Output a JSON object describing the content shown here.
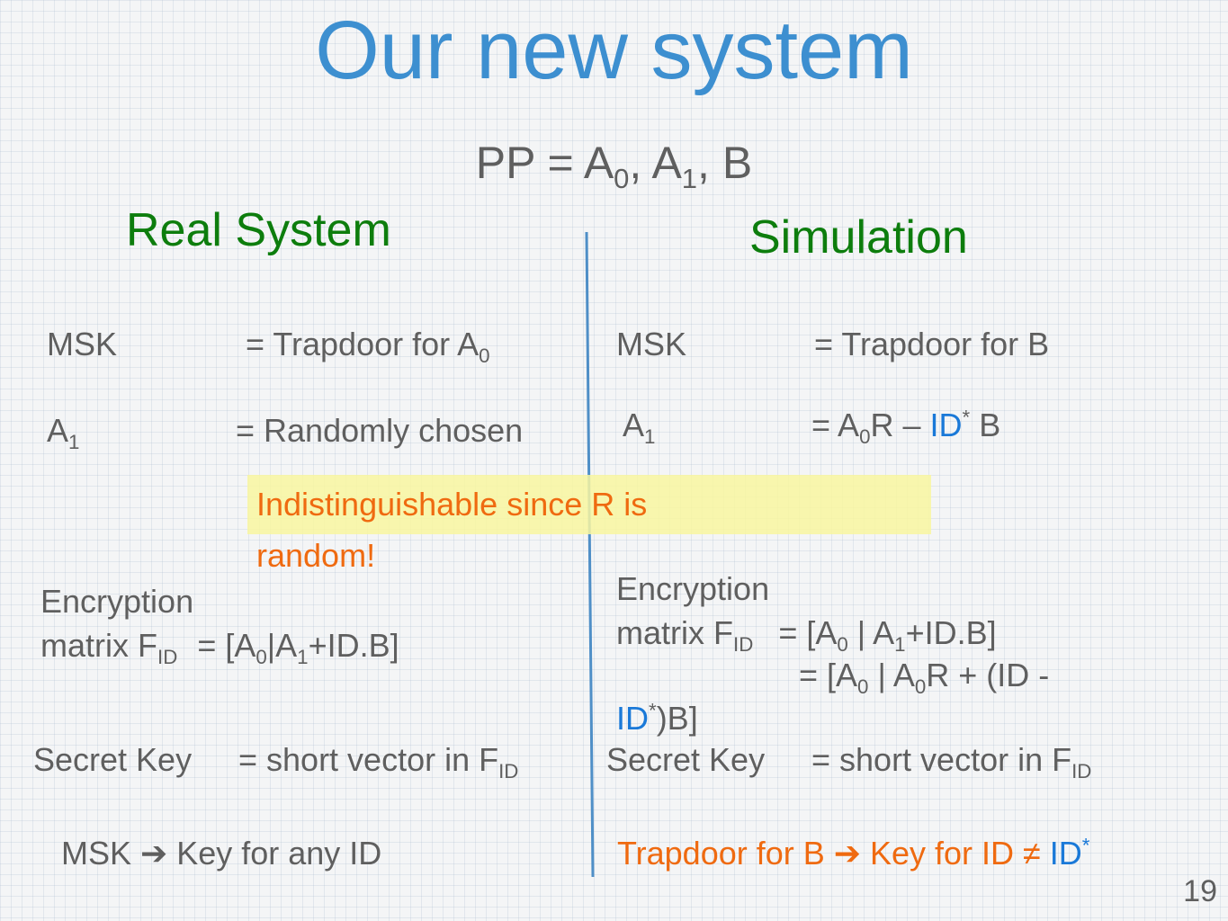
{
  "title": "Our new system",
  "pp": {
    "text": "PP = A",
    "a0_sub": "0",
    "sep1": ", A",
    "a1_sub": "1",
    "sep2": ", B"
  },
  "real": {
    "heading": "Real System",
    "msk_label": "MSK",
    "msk_value": "= Trapdoor for A",
    "msk_sub": "0",
    "a1_label": "A",
    "a1_sub": "1",
    "a1_value": "= Randomly chosen",
    "enc_line1": "Encryption",
    "enc_line2a": "matrix  F",
    "enc_sub": "ID",
    "enc_val_a": "= [A",
    "enc_val_sub0": "0",
    "enc_val_b": "|A",
    "enc_val_sub1": "1",
    "enc_val_c": "+ID.B]",
    "sk_label": "Secret Key",
    "sk_value": "= short vector in F",
    "sk_sub": "ID",
    "bottom_a": "MSK ",
    "bottom_arrow": "➔",
    "bottom_b": " Key for any ID"
  },
  "sim": {
    "heading": "Simulation",
    "msk_label": "MSK",
    "msk_value": "= Trapdoor for B",
    "a1_label": "A",
    "a1_sub": "1",
    "a1_val_a": "= A",
    "a1_val_sub0": "0",
    "a1_val_b": "R – ",
    "a1_val_id": "ID",
    "a1_val_star": "*",
    "a1_val_c": " B",
    "enc_line1": "Encryption",
    "enc_line2a": "matrix F",
    "enc_sub": "ID",
    "enc_eq1_a": "= [A",
    "enc_eq1_sub0": "0",
    "enc_eq1_b": " | A",
    "enc_eq1_sub1": "1",
    "enc_eq1_c": "+ID.B]",
    "enc_eq2_a": "= [A",
    "enc_eq2_sub0": "0",
    "enc_eq2_b": " | A",
    "enc_eq2_sub0b": "0",
    "enc_eq2_c": "R + (ID -",
    "enc_eq3_id": "ID",
    "enc_eq3_star": "*",
    "enc_eq3_rest": ")B]",
    "sk_label": "Secret Key",
    "sk_value": "= short vector in F",
    "sk_sub": "ID",
    "bottom_a": "Trapdoor for B ",
    "bottom_arrow": "➔",
    "bottom_b": " Key for ID ≠ ",
    "bottom_id": "ID",
    "bottom_star": "*"
  },
  "callout": {
    "line1": "Indistinguishable since R is",
    "line2": "random!"
  },
  "page_number": "19",
  "colors": {
    "title": "#3d8fd0",
    "heading": "#0d7d0d",
    "body": "#5f5f5f",
    "accent_blue": "#1a79d8",
    "accent_orange": "#ef6a10",
    "highlight": "#f8f6a0",
    "divider": "#4f8fc7"
  }
}
